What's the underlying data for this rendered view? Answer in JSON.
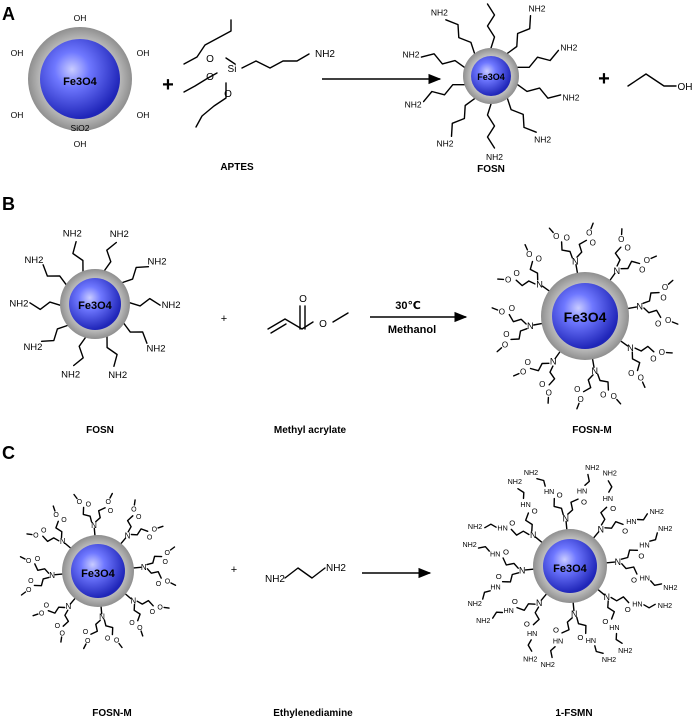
{
  "panels": {
    "A": {
      "letter": "A",
      "reactant_core": {
        "core": "Fe3O4",
        "shell": "SiO2",
        "surface_group": "OH"
      },
      "plus_1": "+",
      "reagent": {
        "name": "APTES",
        "atoms": {
          "si": "Si",
          "o": "O",
          "amine": "NH2"
        }
      },
      "product": {
        "name": "FOSN",
        "core": "Fe3O4",
        "terminal": "NH2"
      },
      "plus_2": "+",
      "byproduct": {
        "group": "OH"
      }
    },
    "B": {
      "letter": "B",
      "reactant": {
        "name": "FOSN",
        "core": "Fe3O4",
        "terminal": "NH2"
      },
      "plus": "+",
      "reagent": {
        "name": "Methyl acrylate",
        "atom_o": "O"
      },
      "conditions": {
        "temperature": "30℃",
        "solvent": "Methanol"
      },
      "product": {
        "name": "FOSN-M",
        "core": "Fe3O4"
      }
    },
    "C": {
      "letter": "C",
      "reactant": {
        "name": "FOSN-M",
        "core": "Fe3O4"
      },
      "plus": "+",
      "reagent": {
        "name": "Ethylenediamine",
        "amine": "NH2"
      },
      "product": {
        "name": "1-FSMN",
        "core": "Fe3O4",
        "amine": "NH2",
        "amide": "HN"
      }
    }
  },
  "colors": {
    "core_blue": "#2f3ee0",
    "shell_grey": "#b9b9b9",
    "ink": "#000000"
  }
}
